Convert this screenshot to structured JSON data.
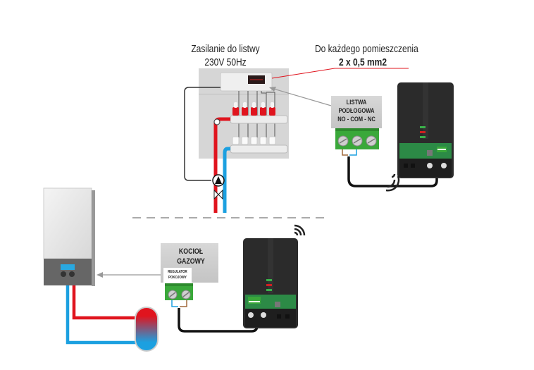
{
  "labels": {
    "power_line1": "Zasilanie do listwy",
    "power_line2": "230V 50Hz",
    "room_line1": "Do każdego pomieszczenia",
    "room_line2": "2 x 0,5 mm2"
  },
  "listwa_box": {
    "line1": "LISTWA",
    "line2": "PODŁOGOWA",
    "line3": "NO - COM - NC"
  },
  "boiler_box": {
    "line1": "KOCIOŁ",
    "line2": "GAZOWY",
    "sub1": "REGULATOR",
    "sub2": "POKOJOWY"
  },
  "colors": {
    "hot": "#e0141e",
    "cold": "#1ca0e0",
    "terminal": "#3aa83a",
    "device": "#2b2b2b",
    "box": "#d0d0d0",
    "arrow": "#999999"
  }
}
